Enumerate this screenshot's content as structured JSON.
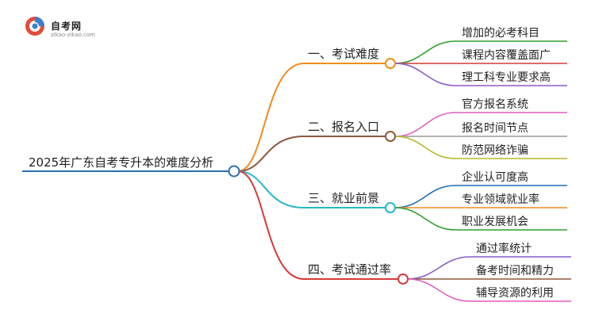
{
  "logo": {
    "title": "自考网",
    "url": "zikao-zikao.com"
  },
  "mindmap": {
    "root": "2025年广东自考专升本的难度分析",
    "branches": [
      {
        "label": "一、考试难度",
        "color": "#f28c1e",
        "children": [
          "增加的必考科目",
          "课程内容覆盖面广",
          "理工科专业要求高"
        ],
        "child_colors": [
          "#2ea02e",
          "#d63a3a",
          "#8a5cc8"
        ]
      },
      {
        "label": "二、报名入口",
        "color": "#8b5a3c",
        "children": [
          "官方报名系统",
          "报名时间节点",
          "防范网络诈骗"
        ],
        "child_colors": [
          "#e05fbf",
          "#9a9a9a",
          "#b8b82a"
        ]
      },
      {
        "label": "三、就业前景",
        "color": "#26b8c9",
        "children": [
          "企业认可度高",
          "专业领域就业率",
          "职业发展机会"
        ],
        "child_colors": [
          "#1f6fb5",
          "#f28c1e",
          "#2ea02e"
        ]
      },
      {
        "label": "四、考试通过率",
        "color": "#d63a3a",
        "children": [
          "通过率统计",
          "备考时间和精力",
          "辅导资源的利用"
        ],
        "child_colors": [
          "#8a5cc8",
          "#8b5a3c",
          "#e05fbf"
        ]
      }
    ],
    "root_color": "#2a6fb0"
  }
}
